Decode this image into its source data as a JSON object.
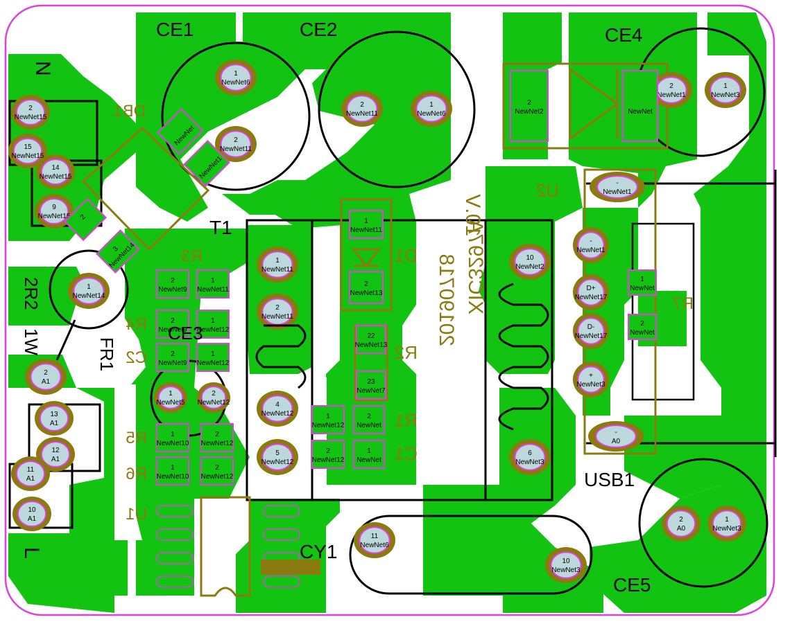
{
  "colors": {
    "copper": "#12c312",
    "pad_ring": "#8a7a10",
    "pad_center": "#bcd8dc",
    "pad_outline": "#e040e0",
    "silkscreen": "#000000",
    "board_outline": "#e040e0",
    "background": "#ffffff"
  },
  "labels": {
    "ce1": "CE1",
    "ce2": "CE2",
    "ce3": "CE3",
    "ce4": "CE4",
    "ce5": "CE5",
    "t1": "T1",
    "fr1": "FR1",
    "cy1": "CY1",
    "usb1": "USB1",
    "n": "N",
    "l": "L",
    "r2r2": "2R2",
    "w1": "1W"
  },
  "mirrored_labels": {
    "db1": "DB1",
    "r3": "R3",
    "r4": "R4",
    "c2": "C2",
    "r5": "R5",
    "r6": "R6",
    "u1": "U1",
    "u2": "U2",
    "d1": "D1",
    "r2": "R2",
    "r1": "R1",
    "c1": "C1",
    "r7": "R7",
    "version": "10.V",
    "chip": "XIC3297A",
    "date": "20190718"
  },
  "pads": [
    {
      "id": "ce1-1",
      "num": "1",
      "net": "NewNet6"
    },
    {
      "id": "ce1-2",
      "num": "2",
      "net": "NewNet11"
    },
    {
      "id": "ce2-2",
      "num": "2",
      "net": "NewNet11"
    },
    {
      "id": "ce2-1",
      "num": "1",
      "net": "NewNet6"
    },
    {
      "id": "ce4-2",
      "num": "2",
      "net": "NewNet1"
    },
    {
      "id": "ce4-1",
      "num": "1",
      "net": "NewNet3"
    },
    {
      "id": "j-2",
      "num": "2",
      "net": "NewNet15"
    },
    {
      "id": "j-15",
      "num": "15",
      "net": "NewNet15"
    },
    {
      "id": "j-14",
      "num": "14",
      "net": "NewNet15"
    },
    {
      "id": "j-9",
      "num": "9",
      "net": "NewNet15"
    },
    {
      "id": "fr1-1",
      "num": "1",
      "net": "NewNet14"
    },
    {
      "id": "a1-2",
      "num": "2",
      "net": "A1"
    },
    {
      "id": "a1-13",
      "num": "13",
      "net": "A1"
    },
    {
      "id": "a1-12",
      "num": "12",
      "net": "A1"
    },
    {
      "id": "a1-11",
      "num": "11",
      "net": "A1"
    },
    {
      "id": "a1-10",
      "num": "10",
      "net": "A1"
    },
    {
      "id": "t1-1",
      "num": "1",
      "net": "NewNet11"
    },
    {
      "id": "t1-2",
      "num": "2",
      "net": "NewNet11"
    },
    {
      "id": "t1-4",
      "num": "4",
      "net": "NewNet12"
    },
    {
      "id": "t1-5",
      "num": "5",
      "net": "NewNet12"
    },
    {
      "id": "t1-10",
      "num": "10",
      "net": "NewNet2"
    },
    {
      "id": "t1-6",
      "num": "6",
      "net": "NewNet3"
    },
    {
      "id": "ce3-1",
      "num": "1",
      "net": "NewNet5"
    },
    {
      "id": "ce3-2",
      "num": "2",
      "net": "NewNet12"
    },
    {
      "id": "usb-m1",
      "num": "-",
      "net": "NewNet1"
    },
    {
      "id": "usb-m2",
      "num": "-",
      "net": "NewNet1"
    },
    {
      "id": "usb-dp",
      "num": "D+",
      "net": "NewNet17"
    },
    {
      "id": "usb-dm",
      "num": "D-",
      "net": "NewNet17"
    },
    {
      "id": "usb-p",
      "num": "+",
      "net": "NewNet3"
    },
    {
      "id": "usb-a0",
      "num": "-",
      "net": "A0"
    },
    {
      "id": "ce5-2",
      "num": "2",
      "net": "A0"
    },
    {
      "id": "ce5-1",
      "num": "1",
      "net": "NewNet3"
    },
    {
      "id": "cy1-11",
      "num": "11",
      "net": "NewNet6"
    },
    {
      "id": "cy1-10",
      "num": "10",
      "net": "NewNet3"
    }
  ],
  "smd_pads": [
    {
      "id": "u2-2",
      "num": "2",
      "net": "NewNet2"
    },
    {
      "id": "u2-x",
      "num": "",
      "net": "NewNet"
    },
    {
      "id": "db1-4",
      "num": "",
      "net": "NewNet"
    },
    {
      "id": "db1-1",
      "num": "",
      "net": "NewNet1"
    },
    {
      "id": "db1-2",
      "num": "2",
      "net": ""
    },
    {
      "id": "db1-3",
      "num": "3",
      "net": "NewNet14"
    },
    {
      "id": "d1-1",
      "num": "1",
      "net": "NewNet11"
    },
    {
      "id": "d1-2",
      "num": "2",
      "net": "NewNet13"
    },
    {
      "id": "r3-2",
      "num": "2",
      "net": "NewNet9"
    },
    {
      "id": "r3-1",
      "num": "1",
      "net": "NewNet11"
    },
    {
      "id": "r4-2",
      "num": "2",
      "net": "NewNet9"
    },
    {
      "id": "r4-1",
      "num": "1",
      "net": "NewNet12"
    },
    {
      "id": "c2-2",
      "num": "2",
      "net": "NewNet9"
    },
    {
      "id": "c2-1",
      "num": "1",
      "net": "NewNet12"
    },
    {
      "id": "r5-1",
      "num": "1",
      "net": "NewNet10"
    },
    {
      "id": "r5-2",
      "num": "2",
      "net": "NewNet12"
    },
    {
      "id": "r6-1",
      "num": "1",
      "net": "NewNet10"
    },
    {
      "id": "r6-2",
      "num": "2",
      "net": "NewNet12"
    },
    {
      "id": "r2-22",
      "num": "22",
      "net": "NewNet13"
    },
    {
      "id": "r2-23",
      "num": "23",
      "net": "NewNet7"
    },
    {
      "id": "r1-1",
      "num": "1",
      "net": "NewNet12"
    },
    {
      "id": "r1-2",
      "num": "2",
      "net": "NewNet"
    },
    {
      "id": "c1-2",
      "num": "2",
      "net": "NewNet12"
    },
    {
      "id": "c1-1",
      "num": "1",
      "net": "NewNet"
    },
    {
      "id": "r7-1",
      "num": "1",
      "net": "NewNet"
    },
    {
      "id": "r7-2",
      "num": "2",
      "net": "NewNet"
    }
  ]
}
